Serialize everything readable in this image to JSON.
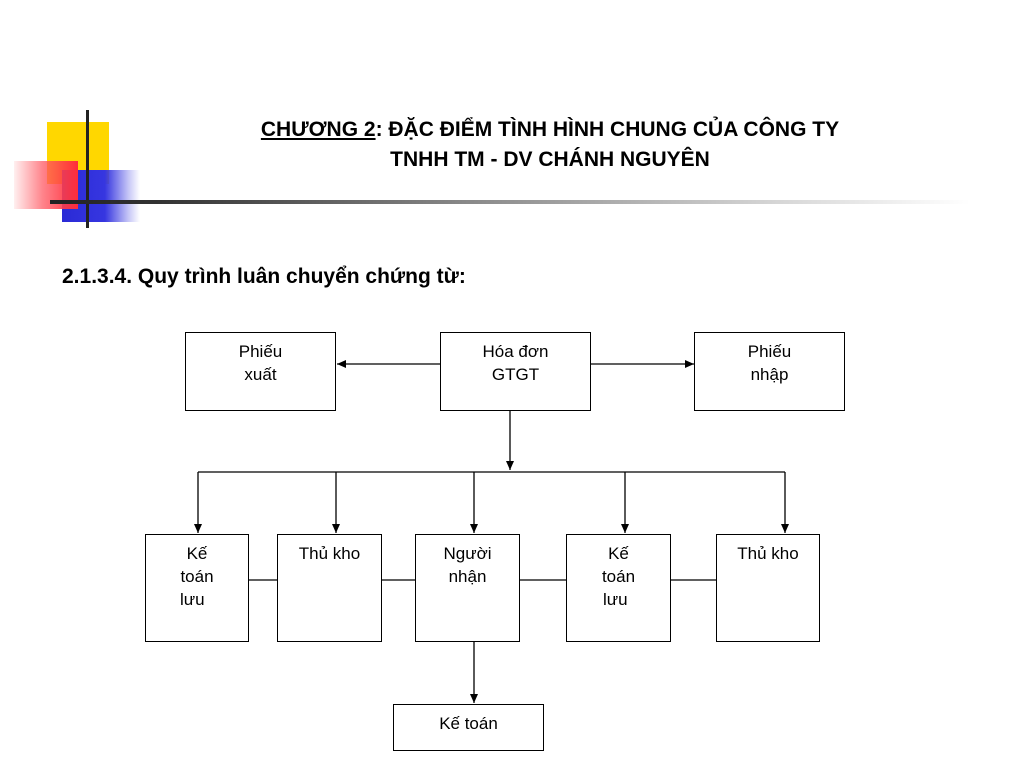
{
  "title": {
    "chapter_label": "CHƯƠNG 2",
    "line1_rest": ": ĐẶC ĐIỂM TÌNH HÌNH CHUNG CỦA CÔNG TY",
    "line2": "TNHH TM - DV CHÁNH NGUYÊN"
  },
  "section_heading": "2.1.3.4. Quy trình luân chuyển chứng từ:",
  "diagram": {
    "nodes": {
      "phieu_xuat": [
        "Phiếu",
        "xuất"
      ],
      "hoa_don": [
        "Hóa đơn",
        "GTGT"
      ],
      "phieu_nhap": [
        "Phiếu",
        "nhập"
      ],
      "ke_toan_luu_1": [
        "Kế",
        "toán",
        "lưu"
      ],
      "thu_kho_1": [
        "Thủ kho"
      ],
      "nguoi_nhan": [
        "Người",
        "nhận"
      ],
      "ke_toan_luu_2": [
        "Kế",
        "toán",
        "lưu"
      ],
      "thu_kho_2": [
        "Thủ kho"
      ],
      "ke_toan": [
        "Kế toán"
      ]
    }
  }
}
